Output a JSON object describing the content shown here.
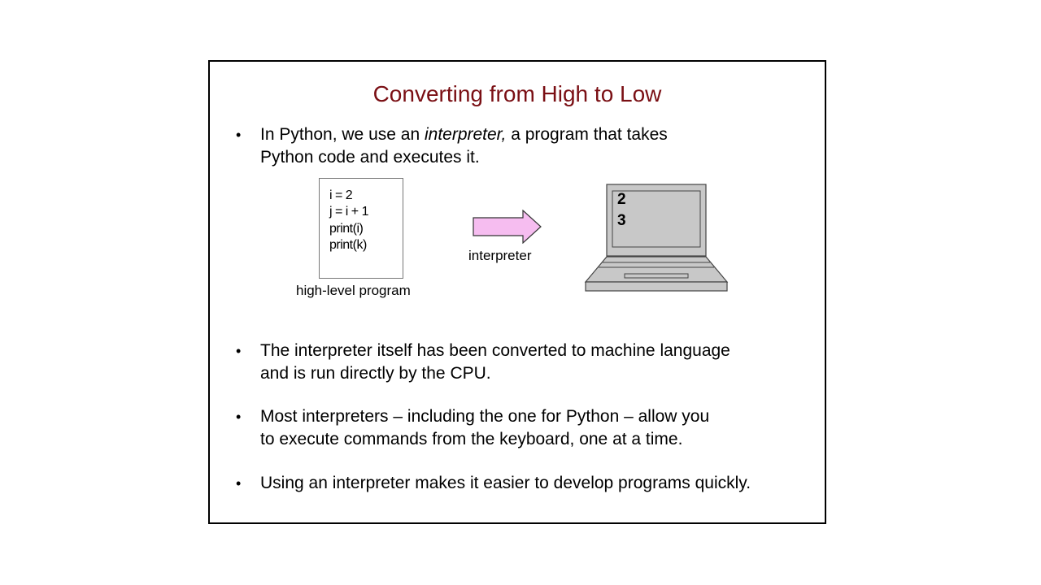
{
  "slide": {
    "title": "Converting from High to Low",
    "bullets": [
      {
        "marker": "•",
        "text": "In Python, we use an interpreter, a program that takes\nPython code and executes it.",
        "pre": "In Python, we use an ",
        "em": "interpreter,",
        "post": " a program that takes\nPython code and executes it."
      },
      {
        "marker": "•",
        "text": "The interpreter itself has been converted to machine language\nand is run directly by the CPU."
      },
      {
        "marker": "•",
        "text": "Most interpreters – including the one for Python – allow you\nto execute commands from the keyboard, one at a time."
      },
      {
        "marker": "•",
        "text": "Using an interpreter makes it easier to develop programs quickly."
      }
    ],
    "diagram": {
      "code_lines": [
        "i = 2",
        "j = i + 1",
        "print(i)",
        "print(k)"
      ],
      "program_caption": "high-level program",
      "arrow_caption": "interpreter",
      "screen_lines": [
        "2",
        "3"
      ],
      "arrow_color": "#f6bdf0"
    }
  }
}
